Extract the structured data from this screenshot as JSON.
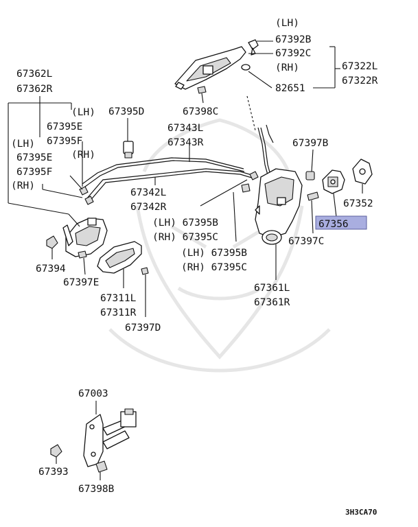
{
  "labels": {
    "lh_top": "(LH)",
    "p67392b": "67392B",
    "p67392c": "67392C",
    "rh_top": "(RH)",
    "p82651": "82651",
    "p67322l": "67322L",
    "p67322r": "67322R",
    "p67362l": "67362L",
    "p67362r": "67362R",
    "lh_a": "(LH)",
    "p67395e_a": "67395E",
    "p67395f_a": "67395F",
    "rh_a": "(RH)",
    "lh_b": "(LH)",
    "p67395e_b": "67395E",
    "p67395f_b": "67395F",
    "rh_b": "(RH)",
    "p67395d": "67395D",
    "p67398c": "67398C",
    "p67343l": "67343L",
    "p67343r": "67343R",
    "p67342l": "67342L",
    "p67342r": "67342R",
    "p67397b": "67397B",
    "p67352": "67352",
    "p67356": "67356",
    "p67397c": "67397C",
    "lh_c": "(LH) 67395B",
    "rh_c": "(RH) 67395C",
    "lh_d": "(LH) 67395B",
    "rh_d": "(RH) 67395C",
    "p67361l": "67361L",
    "p67361r": "67361R",
    "p67394": "67394",
    "p67397e": "67397E",
    "p67311l": "67311L",
    "p67311r": "67311R",
    "p67397d": "67397D",
    "p67003": "67003",
    "p67393": "67393",
    "p67398b": "67398B",
    "code": "3H3CA70"
  },
  "colors": {
    "highlight": "#a9aee0",
    "ink": "#111111"
  }
}
